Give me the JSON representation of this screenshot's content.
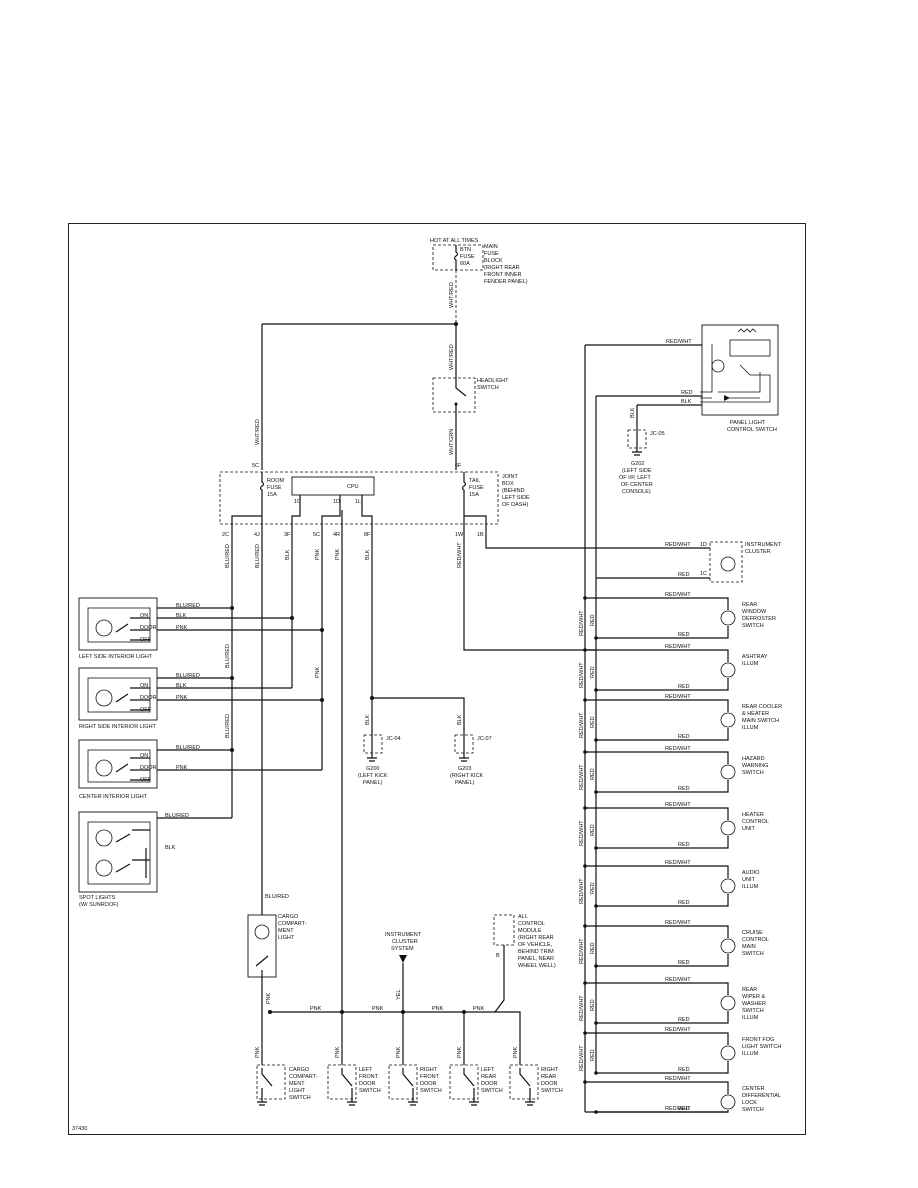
{
  "figure_id": "37430",
  "power": {
    "hot_label": "HOT AT ALL TIMES",
    "main_fuse_lines": [
      "BTN",
      "FUSE",
      "60A"
    ],
    "main_fuse_block": [
      "MAIN",
      "FUSE",
      "BLOCK",
      "(RIGHT REAR",
      "FRONT INNER",
      "FENDER PANEL)"
    ]
  },
  "headlight_switch": [
    "HEADLIGHT",
    "SWITCH"
  ],
  "joint_box": {
    "label": [
      "JOINT",
      "BOX",
      "(BEHIND",
      "LEFT SIDE",
      "OF DASH)"
    ],
    "room_fuse": [
      "ROOM",
      "FUSE",
      "15A"
    ],
    "tail_fuse": [
      "TAIL",
      "FUSE",
      "15A"
    ],
    "cpu": "CPU",
    "pins_top": [
      "5C",
      "6F"
    ],
    "pins_cpu": [
      "1C",
      "1D",
      "1L"
    ],
    "pins_bottom": [
      "2C",
      "4J",
      "3F",
      "5C",
      "4R",
      "8F",
      "1W",
      "1B"
    ]
  },
  "panel_light": [
    "PANEL LIGHT",
    "CONTROL SWITCH"
  ],
  "ground_jc": {
    "jc05": "JC-05",
    "g202": [
      "G202",
      "(LEFT SIDE",
      "OF I/P, LEFT",
      "OF CENTER",
      "CONSOLE)"
    ],
    "jc04": "JC-04",
    "g200": [
      "G200",
      "(LEFT KICK",
      "PANEL)"
    ],
    "jc07": "JC-07",
    "g203": [
      "G203",
      "(RIGHT KICK",
      "PANEL)"
    ]
  },
  "wires": {
    "wht_red": "WHT/RED",
    "wht_grn": "WHT/GRN",
    "blu_red": "BLU/RED",
    "blk": "BLK",
    "pnk": "PNK",
    "red": "RED",
    "red_wht": "RED/WHT",
    "yel": "YEL"
  },
  "switch_positions": {
    "on": "ON",
    "door": "DOOR",
    "off": "OFF"
  },
  "interior_lights": [
    "LEFT SIDE INTERIOR LIGHT",
    "RIGHT SIDE INTERIOR LIGHT",
    "CENTER INTERIOR LIGHT"
  ],
  "spot_lights": [
    "SPOT LIGHTS",
    "(W/ SUNROOF)"
  ],
  "cargo_light": [
    "CARGO",
    "COMPART-",
    "MENT",
    "LIGHT"
  ],
  "instrument_cluster_top": [
    "INSTRUMENT",
    "CLUSTER"
  ],
  "instrument_cluster_system": [
    "INSTRUMENT",
    "CLUSTER",
    "SYSTEM"
  ],
  "all_control_module": [
    "ALL",
    "CONTROL",
    "MODULE",
    "(RIGHT REAR",
    "OF VEHICLE,",
    "BEHIND TRIM",
    "PANEL, NEAR",
    "WHEEL WELL)"
  ],
  "acm_pin": "B",
  "door_switches": [
    [
      "CARGO",
      "COMPART-",
      "MENT",
      "LIGHT",
      "SWITCH"
    ],
    [
      "LEFT",
      "FRONT",
      "DOOR",
      "SWITCH"
    ],
    [
      "RIGHT",
      "FRONT",
      "DOOR",
      "SWITCH"
    ],
    [
      "LEFT",
      "REAR",
      "DOOR",
      "SWITCH"
    ],
    [
      "RIGHT",
      "REAR",
      "DOOR",
      "SWITCH"
    ]
  ],
  "illum_items": [
    [
      "REAR",
      "WINDOW",
      "DEFROSTER",
      "SWITCH"
    ],
    [
      "ASHTRAY",
      "ILLUM"
    ],
    [
      "REAR COOLER",
      "& HEATER",
      "MAIN SWITCH",
      "ILLUM"
    ],
    [
      "HAZARD",
      "WARNING",
      "SWITCH"
    ],
    [
      "HEATER",
      "CONTROL",
      "UNIT"
    ],
    [
      "AUDIO",
      "UNIT",
      "ILLUM"
    ],
    [
      "CRUISE",
      "CONTROL",
      "MAIN",
      "SWITCH"
    ],
    [
      "REAR",
      "WIPER &",
      "WASHER",
      "SWITCH",
      "ILLUM"
    ],
    [
      "FRONT FOG",
      "LIGHT SWITCH",
      "ILLUM"
    ],
    [
      "CENTER",
      "DIFFERENTIAL",
      "LOCK",
      "SWITCH"
    ]
  ],
  "cluster_pins": [
    "1D",
    "1C"
  ]
}
